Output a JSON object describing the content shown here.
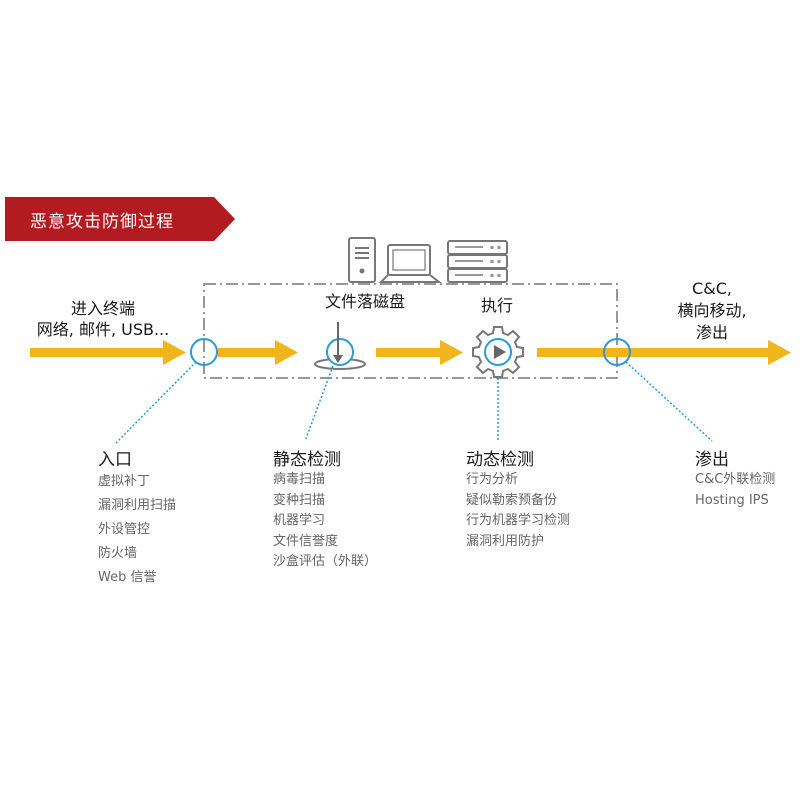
{
  "banner": {
    "title": "恶意攻击防御过程",
    "color": "#b31b22"
  },
  "flow": {
    "entry_title": "进入终端",
    "entry_sub": "网络, 邮件, USB...",
    "file_drop": "文件落磁盘",
    "execute": "执行",
    "exit_lines": [
      "C&C,",
      "横向移动,",
      "渗出"
    ],
    "arrow_color": "#f0b41c",
    "checkpoint_color": "#2a9ad6"
  },
  "stages": [
    {
      "title": "入口",
      "items": [
        "虚拟补丁",
        "漏洞利用扫描",
        "外设管控",
        "防火墙",
        "Web 信誉"
      ]
    },
    {
      "title": "静态检测",
      "items": [
        "病毒扫描",
        "变种扫描",
        "机器学习",
        "文件信誉度",
        "沙盒评估（外联）"
      ]
    },
    {
      "title": "动态检测",
      "items": [
        "行为分析",
        "疑似勒索预备份",
        "行为机器学习检测",
        "漏洞利用防护"
      ]
    },
    {
      "title": "渗出",
      "items": [
        "C&C外联检测",
        "Hosting IPS"
      ]
    }
  ]
}
